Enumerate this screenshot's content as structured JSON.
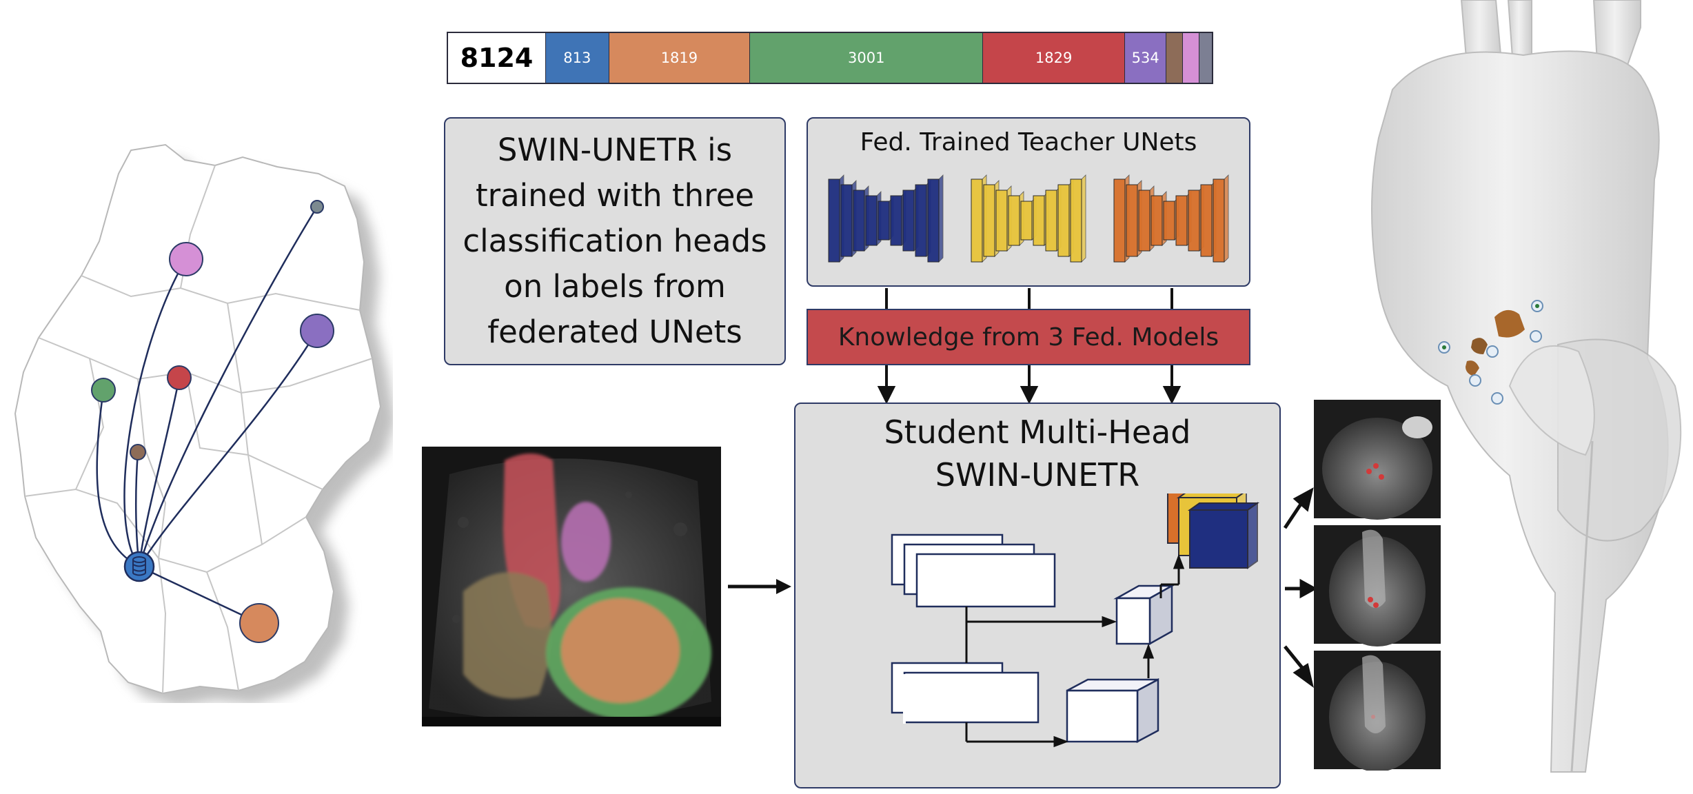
{
  "count_bar": {
    "total": "8124",
    "segments": [
      {
        "label": "813",
        "value": 813,
        "color": "#3f74b6"
      },
      {
        "label": "1819",
        "value": 1819,
        "color": "#d6895d"
      },
      {
        "label": "3001",
        "value": 3001,
        "color": "#62a26c"
      },
      {
        "label": "1829",
        "value": 1829,
        "color": "#c5454a"
      },
      {
        "label": "534",
        "value": 534,
        "color": "#8a6fc1"
      },
      {
        "label": "",
        "value": 212,
        "color": "#8d6c58"
      },
      {
        "label": "",
        "value": 212,
        "color": "#d590d6"
      },
      {
        "label": "",
        "value": 160,
        "color": "#7c7f93"
      }
    ]
  },
  "description": "SWIN-UNETR is trained with three classification heads on labels from federated UNets",
  "teacher_box": {
    "title": "Fed. Trained Teacher UNets",
    "model_colors": [
      "#1f2f80",
      "#e8c43a",
      "#d8702a"
    ]
  },
  "knowledge_banner": "Knowledge from 3 Fed. Models",
  "student_box": {
    "title_line1": "Student Multi-Head",
    "title_line2": "SWIN-UNETR",
    "head_colors": [
      "#d8702a",
      "#e8c43a",
      "#1f2f80"
    ]
  },
  "map": {
    "hub_color": "#3a78c4",
    "site_colors": [
      "#d590d6",
      "#8a6fc1",
      "#62a26c",
      "#c5454a",
      "#8d6c58",
      "#d6895d",
      "#7c8a90"
    ]
  },
  "ct_overlay_colors": {
    "aorta": "#c8525a",
    "ventricle_wall": "#5fa860",
    "left_ventricle": "#d6895d",
    "atrium": "#b56fb0",
    "right_heart": "#8a7a55"
  }
}
